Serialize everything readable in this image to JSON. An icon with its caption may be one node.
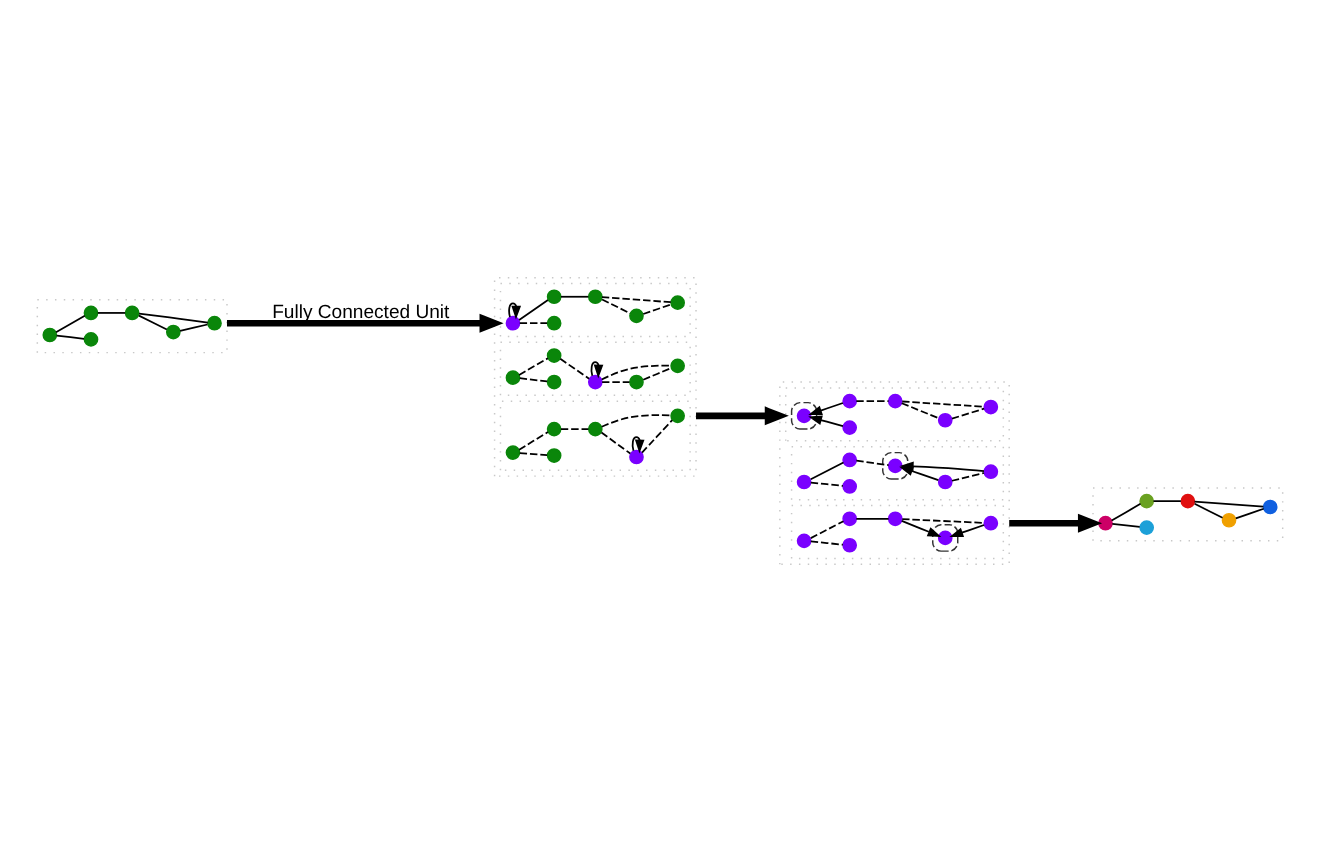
{
  "diagram": {
    "nodes": [
      {
        "text": [],
        "shape": "group"
      },
      {
        "text": [],
        "shape": "circle",
        "in": 0
      },
      {
        "text": [],
        "shape": "circle",
        "in": 0
      },
      {
        "text": [],
        "shape": "circle",
        "in": 0
      },
      {
        "text": [],
        "shape": "circle",
        "in": 0
      },
      {
        "text": [],
        "shape": "circle",
        "in": 0
      },
      {
        "text": [],
        "shape": "circle",
        "in": 0
      },
      {
        "text": [],
        "shape": "group"
      },
      {
        "text": [],
        "shape": "group",
        "in": 7
      },
      {
        "text": [],
        "shape": "circle",
        "in": 8
      },
      {
        "text": [],
        "shape": "circle",
        "in": 8
      },
      {
        "text": [],
        "shape": "circle",
        "in": 8
      },
      {
        "text": [],
        "shape": "circle",
        "in": 8
      },
      {
        "text": [],
        "shape": "circle",
        "in": 8
      },
      {
        "text": [],
        "shape": "circle",
        "in": 8
      },
      {
        "text": [],
        "shape": "group",
        "in": 7
      },
      {
        "text": [],
        "shape": "circle",
        "in": 15
      },
      {
        "text": [],
        "shape": "circle",
        "in": 15
      },
      {
        "text": [],
        "shape": "circle",
        "in": 15
      },
      {
        "text": [],
        "shape": "circle",
        "in": 15
      },
      {
        "text": [],
        "shape": "circle",
        "in": 15
      },
      {
        "text": [],
        "shape": "circle",
        "in": 15
      },
      {
        "text": [],
        "shape": "group",
        "in": 7
      },
      {
        "text": [],
        "shape": "circle",
        "in": 22
      },
      {
        "text": [],
        "shape": "circle",
        "in": 22
      },
      {
        "text": [],
        "shape": "circle",
        "in": 22
      },
      {
        "text": [],
        "shape": "circle",
        "in": 22
      },
      {
        "text": [],
        "shape": "circle",
        "in": 22
      },
      {
        "text": [],
        "shape": "circle",
        "in": 22
      },
      {
        "text": [],
        "shape": "group"
      },
      {
        "text": [],
        "shape": "group",
        "in": 29
      },
      {
        "text": [],
        "shape": "circle",
        "in": 30
      },
      {
        "text": [],
        "shape": "circle",
        "in": 31
      },
      {
        "text": [],
        "shape": "circle",
        "in": 30
      },
      {
        "text": [],
        "shape": "circle",
        "in": 30
      },
      {
        "text": [],
        "shape": "circle",
        "in": 30
      },
      {
        "text": [],
        "shape": "circle",
        "in": 30
      },
      {
        "text": [],
        "shape": "circle",
        "in": 30
      },
      {
        "text": [],
        "shape": "group",
        "in": 29
      },
      {
        "text": [],
        "shape": "circle",
        "in": 38
      },
      {
        "text": [],
        "shape": "circle",
        "in": 38
      },
      {
        "text": [],
        "shape": "circle",
        "in": 38
      },
      {
        "text": [],
        "shape": "circle",
        "in": 38
      },
      {
        "text": [],
        "shape": "circle",
        "in": 42
      },
      {
        "text": [],
        "shape": "circle",
        "in": 38
      },
      {
        "text": [],
        "shape": "circle",
        "in": 38
      },
      {
        "text": [],
        "shape": "group",
        "in": 29
      },
      {
        "text": [],
        "shape": "circle",
        "in": 46
      },
      {
        "text": [],
        "shape": "circle",
        "in": 46
      },
      {
        "text": [],
        "shape": "circle",
        "in": 46
      },
      {
        "text": [],
        "shape": "circle",
        "in": 46
      },
      {
        "text": [],
        "shape": "circle",
        "in": 46
      },
      {
        "text": [],
        "shape": "circle",
        "in": 51
      },
      {
        "text": [],
        "shape": "circle",
        "in": 46
      },
      {
        "text": [],
        "shape": "group"
      },
      {
        "text": [],
        "shape": "circle",
        "in": 54
      },
      {
        "text": [],
        "shape": "circle",
        "in": 54
      },
      {
        "text": [],
        "shape": "circle",
        "in": 54
      },
      {
        "text": [],
        "shape": "circle",
        "in": 54
      },
      {
        "text": [],
        "shape": "circle",
        "in": 54
      },
      {
        "text": [],
        "shape": "circle",
        "in": 54
      }
    ],
    "edges": [
      {
        "from": 1,
        "to": 2,
        "arrow": "none"
      },
      {
        "from": 1,
        "to": 3,
        "arrow": "none"
      },
      {
        "from": 3,
        "to": 4,
        "arrow": "none"
      },
      {
        "from": 4,
        "to": 5,
        "arrow": "none"
      },
      {
        "from": 4,
        "to": 6,
        "arrow": "none"
      },
      {
        "from": 5,
        "to": 6,
        "arrow": "none"
      },
      {
        "from": 0,
        "to": 7,
        "arrow": "to",
        "label": "Fully Connected Unit",
        "style": "thick"
      },
      {
        "from": 9,
        "to": 9,
        "arrow": "to"
      },
      {
        "from": 9,
        "to": 10,
        "arrow": "none",
        "style": "dashed"
      },
      {
        "from": 9,
        "to": 11,
        "arrow": "none"
      },
      {
        "from": 11,
        "to": 12,
        "arrow": "none"
      },
      {
        "from": 12,
        "to": 13,
        "arrow": "none",
        "style": "dashed"
      },
      {
        "from": 12,
        "to": 14,
        "arrow": "none",
        "style": "dashed"
      },
      {
        "from": 13,
        "to": 14,
        "arrow": "none",
        "style": "dashed"
      },
      {
        "from": 19,
        "to": 19,
        "arrow": "to"
      },
      {
        "from": 16,
        "to": 17,
        "arrow": "none",
        "style": "dashed"
      },
      {
        "from": 16,
        "to": 18,
        "arrow": "none",
        "style": "dashed"
      },
      {
        "from": 18,
        "to": 19,
        "arrow": "none",
        "style": "dashed"
      },
      {
        "from": 19,
        "to": 20,
        "arrow": "none",
        "style": "dashed"
      },
      {
        "from": 19,
        "to": 21,
        "arrow": "none",
        "style": "dashed"
      },
      {
        "from": 20,
        "to": 21,
        "arrow": "none",
        "style": "dashed"
      },
      {
        "from": 27,
        "to": 27,
        "arrow": "to"
      },
      {
        "from": 23,
        "to": 24,
        "arrow": "none",
        "style": "dashed"
      },
      {
        "from": 23,
        "to": 25,
        "arrow": "none",
        "style": "dashed"
      },
      {
        "from": 25,
        "to": 26,
        "arrow": "none",
        "style": "dashed"
      },
      {
        "from": 26,
        "to": 27,
        "arrow": "none",
        "style": "dashed"
      },
      {
        "from": 26,
        "to": 28,
        "arrow": "none",
        "style": "dashed"
      },
      {
        "from": 27,
        "to": 28,
        "arrow": "none",
        "style": "dashed"
      },
      {
        "from": 7,
        "to": 29,
        "arrow": "to",
        "style": "thick"
      },
      {
        "from": 33,
        "to": 32,
        "arrow": "to"
      },
      {
        "from": 34,
        "to": 32,
        "arrow": "to"
      },
      {
        "from": 34,
        "to": 35,
        "arrow": "none",
        "style": "dashed"
      },
      {
        "from": 35,
        "to": 36,
        "arrow": "none",
        "style": "dashed"
      },
      {
        "from": 35,
        "to": 37,
        "arrow": "none",
        "style": "dashed"
      },
      {
        "from": 36,
        "to": 37,
        "arrow": "none",
        "style": "dashed"
      },
      {
        "from": 39,
        "to": 40,
        "arrow": "none",
        "style": "dashed"
      },
      {
        "from": 39,
        "to": 41,
        "arrow": "none"
      },
      {
        "from": 41,
        "to": 43,
        "arrow": "none",
        "style": "dashed"
      },
      {
        "from": 44,
        "to": 43,
        "arrow": "to"
      },
      {
        "from": 45,
        "to": 43,
        "arrow": "to"
      },
      {
        "from": 44,
        "to": 45,
        "arrow": "none",
        "style": "dashed"
      },
      {
        "from": 47,
        "to": 48,
        "arrow": "none",
        "style": "dashed"
      },
      {
        "from": 47,
        "to": 49,
        "arrow": "none",
        "style": "dashed"
      },
      {
        "from": 49,
        "to": 50,
        "arrow": "none"
      },
      {
        "from": 50,
        "to": 52,
        "arrow": "to"
      },
      {
        "from": 53,
        "to": 52,
        "arrow": "to"
      },
      {
        "from": 50,
        "to": 53,
        "arrow": "none",
        "style": "dashed"
      },
      {
        "from": 29,
        "to": 54,
        "arrow": "to",
        "style": "thick"
      },
      {
        "from": 55,
        "to": 56,
        "arrow": "none"
      },
      {
        "from": 55,
        "to": 57,
        "arrow": "none"
      },
      {
        "from": 57,
        "to": 58,
        "arrow": "none"
      },
      {
        "from": 58,
        "to": 59,
        "arrow": "none"
      },
      {
        "from": 58,
        "to": 60,
        "arrow": "none"
      },
      {
        "from": 59,
        "to": 60,
        "arrow": "none"
      }
    ]
  }
}
